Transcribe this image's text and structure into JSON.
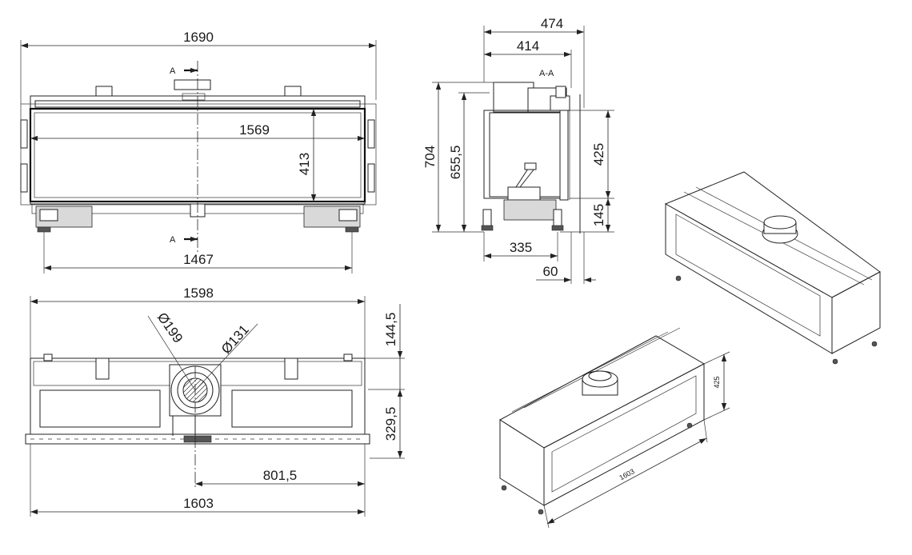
{
  "front_view": {
    "overall_width": "1690",
    "glass_width": "1569",
    "glass_height": "413",
    "foot_spacing": "1467",
    "section_label": "A"
  },
  "section_view": {
    "title": "A-A",
    "total_depth": "474",
    "body_depth": "414",
    "total_height": "704",
    "body_height": "655,5",
    "glass_height": "425",
    "base_height": "145",
    "foot_depth": "335",
    "front_offset": "60"
  },
  "top_view": {
    "width": "1598",
    "flue_outer": "Ø199",
    "flue_inner": "Ø131",
    "back_offset": "144,5",
    "flue_depth": "329,5",
    "flue_center": "801,5",
    "overall_width": "1603"
  },
  "iso_view": {
    "length": "1603",
    "height": "425"
  }
}
